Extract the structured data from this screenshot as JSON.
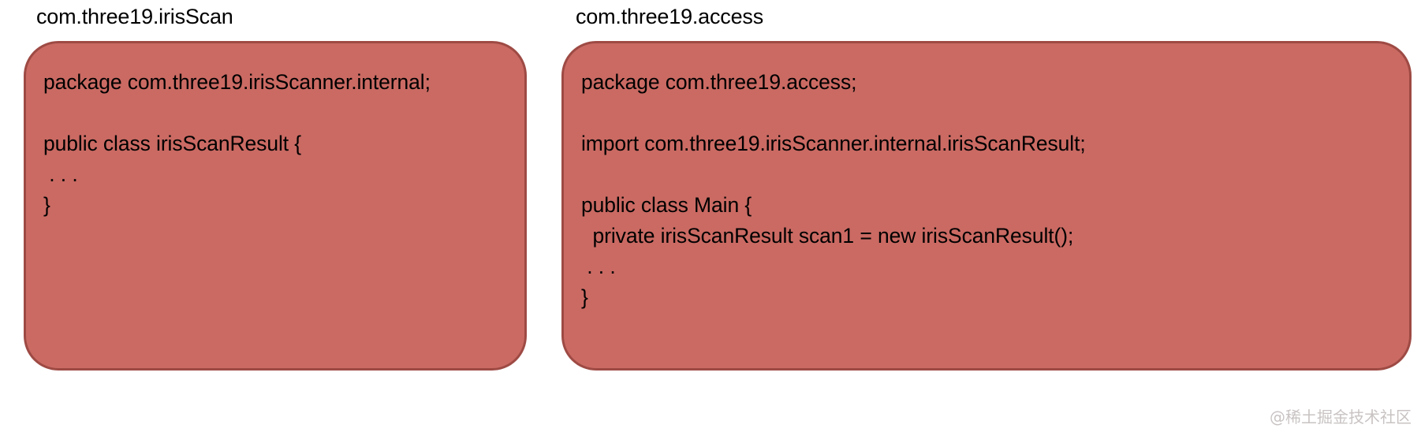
{
  "diagram": {
    "background_color": "#ffffff",
    "box_fill_color": "#ca6a63",
    "box_border_color": "#9e4a44",
    "text_color": "#000000",
    "packages": [
      {
        "label": "com.three19.irisScan",
        "code_lines": [
          "package com.three19.irisScanner.internal;",
          "",
          "public class irisScanResult {",
          " . . .",
          "}"
        ]
      },
      {
        "label": "com.three19.access",
        "code_lines": [
          "package com.three19.access;",
          "",
          "import com.three19.irisScanner.internal.irisScanResult;",
          "",
          "public class Main {",
          "  private irisScanResult scan1 = new irisScanResult();",
          " . . .",
          "}"
        ]
      }
    ]
  },
  "watermark": {
    "text": "@稀土掘金技术社区"
  }
}
